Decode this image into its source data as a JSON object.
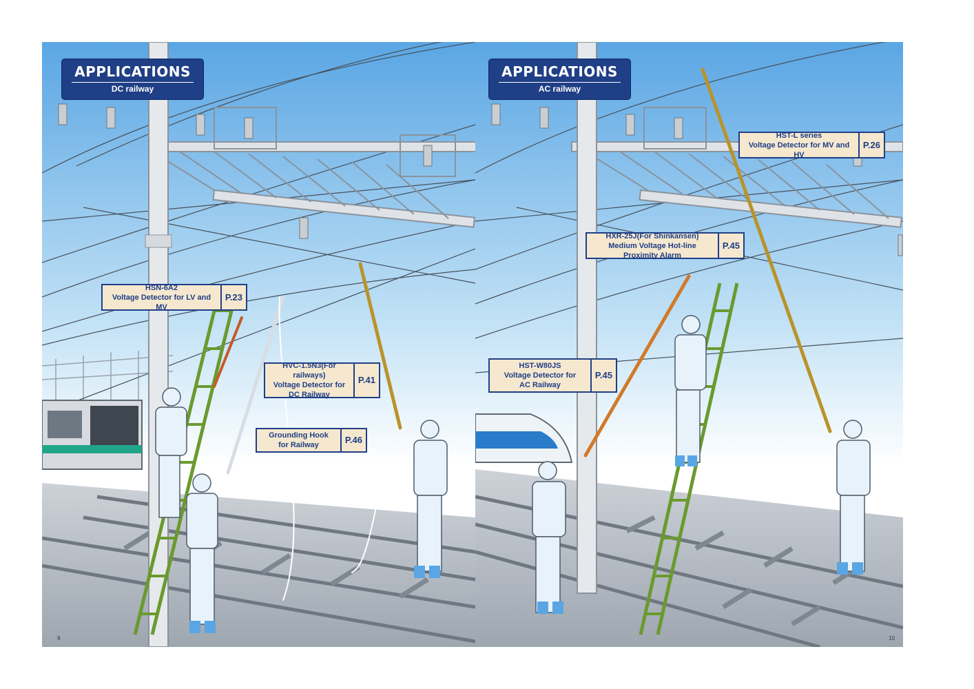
{
  "left_page": {
    "header": {
      "title": "APPLICATIONS",
      "subtitle": "DC railway"
    },
    "callouts": [
      {
        "model": "HSN-6A2",
        "desc": "Voltage Detector for LV and MV",
        "page": "P.23"
      },
      {
        "model": "HVC-1.5N3(For railways)",
        "desc1": "Voltage Detector for",
        "desc2": "DC Railway",
        "page": "P.41"
      },
      {
        "model": "Grounding Hook",
        "desc": "for Railway",
        "page": "P.46"
      }
    ],
    "page_number": "9"
  },
  "right_page": {
    "header": {
      "title": "APPLICATIONS",
      "subtitle": "AC railway"
    },
    "callouts": [
      {
        "model": "HST-L series",
        "desc": "Voltage Detector for MV and HV",
        "page": "P.26"
      },
      {
        "model": "HXR-25J(For Shinkansen)",
        "desc": "Medium Voltage Hot-line Proximity Alarm",
        "page": "P.45"
      },
      {
        "model": "HST-W80JS",
        "desc1": "Voltage Detector for",
        "desc2": "AC Railway",
        "page": "P.45"
      }
    ],
    "page_number": "10"
  },
  "colors": {
    "brand_navy": "#1f3f86",
    "callout_fill": "#f5e8cf",
    "sky": "#5fa9e6",
    "ladder_green": "#8ac249"
  }
}
